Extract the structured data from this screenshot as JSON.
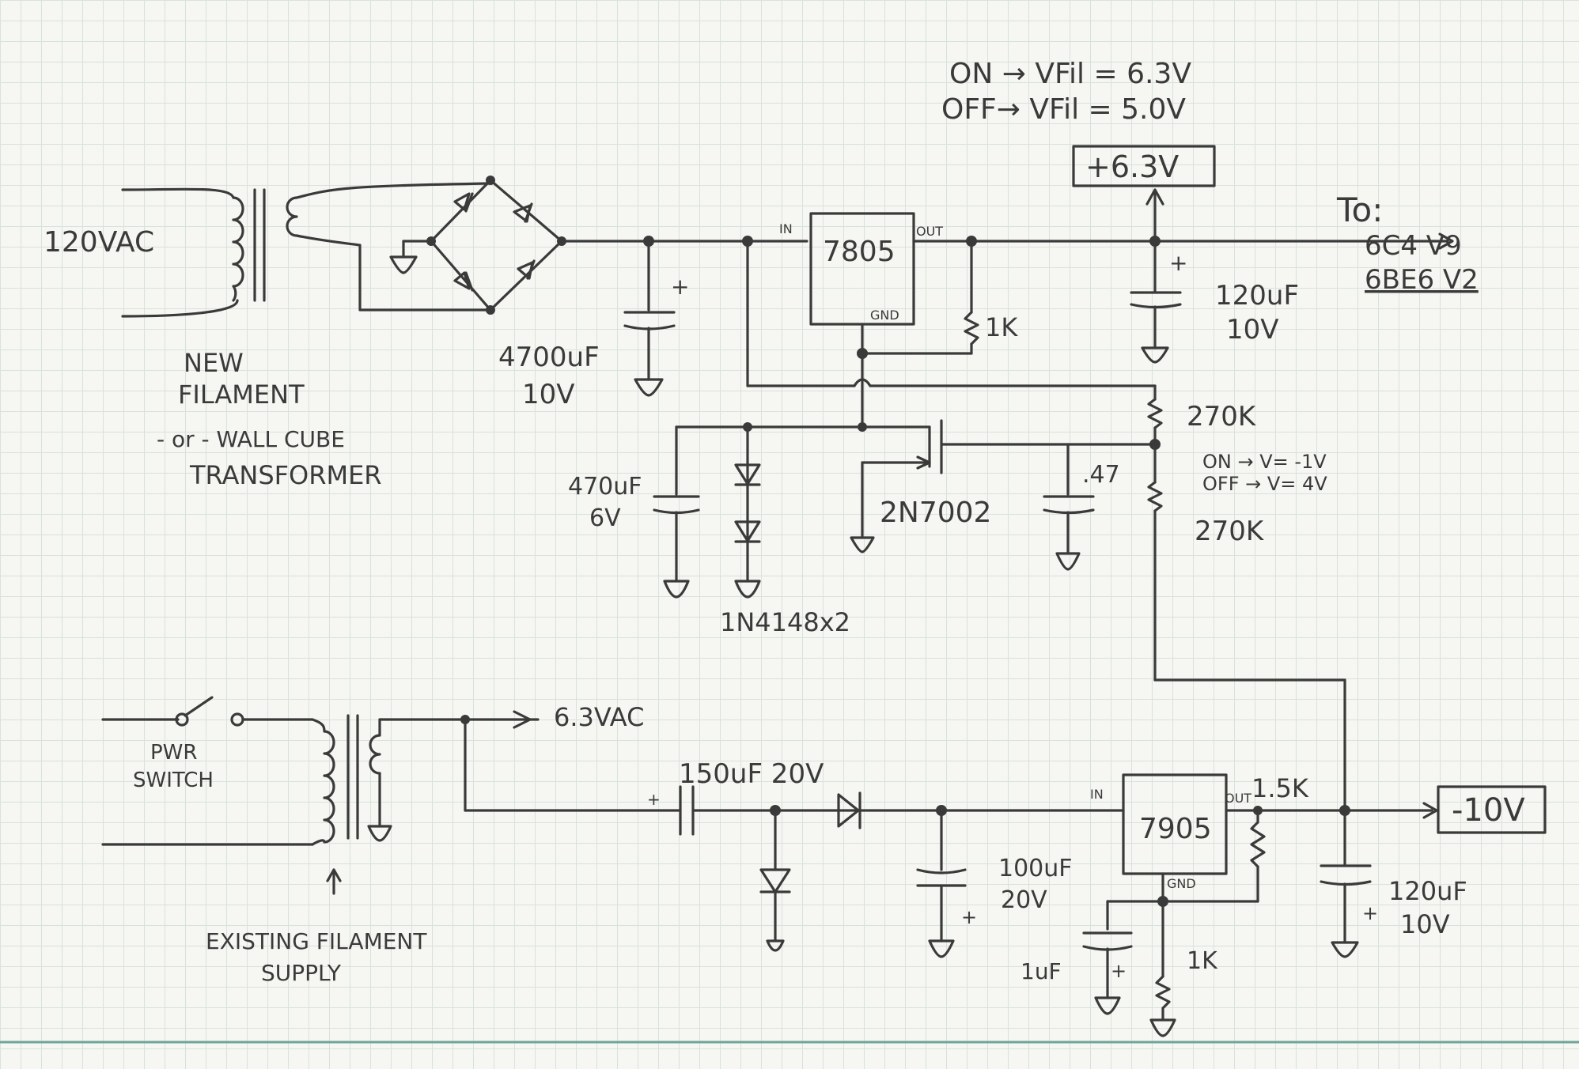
{
  "mode_notes": {
    "line1": "ON → VFil = 6.3V",
    "line2": "OFF→ VFil = 5.0V"
  },
  "output_box_pos": "+6.3V",
  "output_box_neg": "-10V",
  "to_label": "To:",
  "tube_1": "6C4 V9",
  "tube_2": "6BE6 V2",
  "labels": {
    "vac_120": "120VAC",
    "new_filament_1": "NEW",
    "new_filament_2": "FILAMENT",
    "new_filament_3": "- or - WALL CUBE",
    "new_filament_4": "TRANSFORMER",
    "c4700_1": "4700uF",
    "c4700_2": "10V",
    "reg_top": "7805",
    "reg_top_in": "IN",
    "reg_top_out": "OUT",
    "reg_top_gnd": "GND",
    "r1k_top": "1K",
    "c120_top_1": "120uF",
    "c120_top_2": "10V",
    "r270k_top": "270K",
    "r270k_bot": "270K",
    "vnotes_1": "ON → V= -1V",
    "vnotes_2": "OFF → V= 4V",
    "c470_1": "470uF",
    "c470_2": "6V",
    "fet": "2N7002",
    "c047": ".47",
    "diodes": "1N4148x2",
    "pwr_switch_1": "PWR",
    "pwr_switch_2": "SWITCH",
    "vac_63": "6.3VAC",
    "existing_1": "EXISTING FILAMENT",
    "existing_2": "SUPPLY",
    "c150": "150uF 20V",
    "c100_1": "100uF",
    "c100_2": "20V",
    "reg_bot": "7905",
    "reg_bot_in": "IN",
    "reg_bot_out": "OUT",
    "reg_bot_gnd": "GND",
    "r15k": "1.5K",
    "r1k_bot": "1K",
    "c1u": "1uF",
    "c120_bot_1": "120uF",
    "c120_bot_2": "10V",
    "plus": "+"
  },
  "colors": {
    "ink": "#3a3a3a",
    "paper": "#f6f6f2",
    "grid": "#d8e2dc",
    "edge": "#6fa598"
  }
}
